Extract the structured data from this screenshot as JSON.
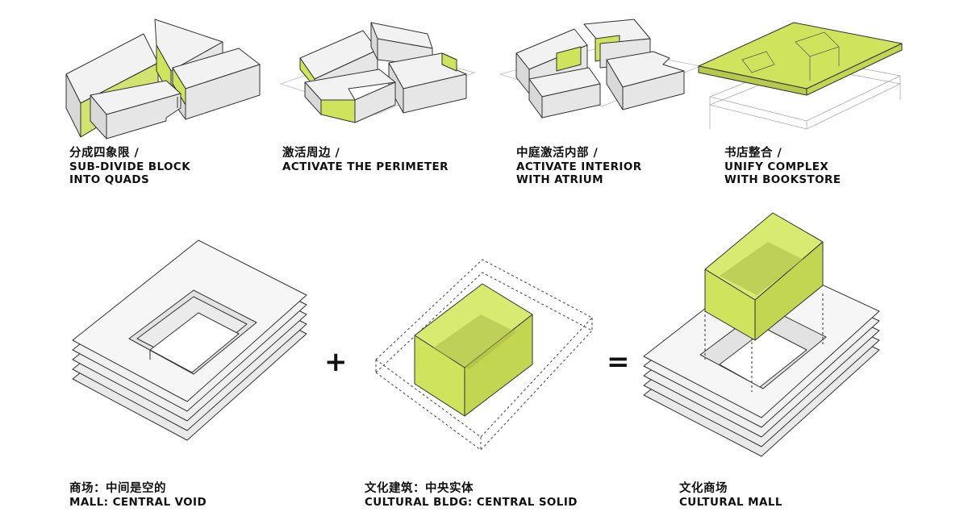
{
  "colors": {
    "accent": "#cfe35c",
    "block": "#e3e3e3",
    "line": "#333333",
    "ground": "#cfcfcf"
  },
  "top_row": [
    {
      "zh": "分成四象限 /",
      "en": [
        "SUB-DIVIDE BLOCK",
        "INTO QUADS"
      ]
    },
    {
      "zh": "激活周边 /",
      "en": [
        "ACTIVATE THE PERIMETER"
      ]
    },
    {
      "zh": "中庭激活内部 /",
      "en": [
        "ACTIVATE INTERIOR",
        "WITH ATRIUM"
      ]
    },
    {
      "zh": "书店整合 /",
      "en": [
        "UNIFY COMPLEX",
        "WITH BOOKSTORE"
      ]
    }
  ],
  "bottom_row": [
    {
      "zh": "商场：中间是空的",
      "en": "MALL: CENTRAL VOID"
    },
    {
      "zh": "文化建筑：中央实体",
      "en": "CULTURAL BLDG: CENTRAL SOLID"
    },
    {
      "zh": "文化商场",
      "en": "CULTURAL MALL"
    }
  ],
  "operators": {
    "plus": "+",
    "equals": "="
  }
}
